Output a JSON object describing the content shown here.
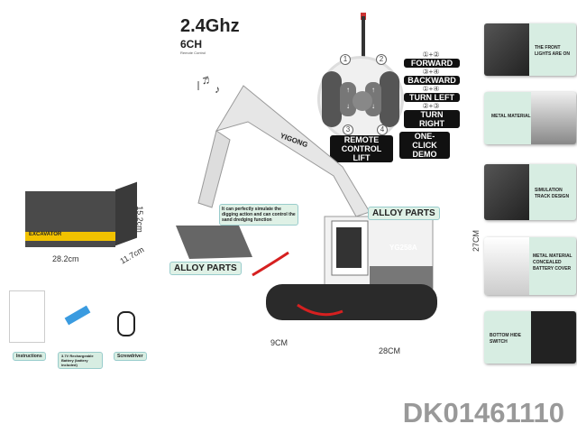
{
  "header": {
    "frequency": "2.4Ghz",
    "channels": "6CH",
    "subtitle": "Remote Control"
  },
  "remote": {
    "buttons": [
      "1",
      "2",
      "3",
      "4"
    ],
    "functions": [
      {
        "combo": "①+②",
        "label": "FORWARD"
      },
      {
        "combo": "③+④",
        "label": "BACKWARD"
      },
      {
        "combo": "①+④",
        "label": "TURN LEFT"
      },
      {
        "combo": "②+③",
        "label": "TURN RIGHT"
      }
    ],
    "remote_lift": "REMOTE CONTROL LIFT",
    "demo": "ONE-CLICK DEMO"
  },
  "product": {
    "model": "YG258A",
    "brand": "YIGONG",
    "callouts": {
      "digging": "It can perfectly simulate the digging action and can control the sand dredging function",
      "alloy1": "ALLOY PARTS",
      "alloy2": "ALLOY PARTS"
    },
    "dims": {
      "height": "27CM",
      "length": "28CM",
      "width": "9CM"
    }
  },
  "box": {
    "name": "EXCAVATOR",
    "length": "28.2cm",
    "width": "11.7cm",
    "height": "15.2cm"
  },
  "accessories": [
    "Instructions",
    "3.7V Rechargeable Battery (battery included)",
    "Screwdriver"
  ],
  "features": [
    "THE FRONT LIGHTS ARE ON",
    "METAL MATERIAL",
    "SIMULATION TRACK DESIGN",
    "METAL MATERIAL CONCEALED BATTERY COVER",
    "BOTTOM HIDE SWITCH"
  ],
  "product_code": "DK01461110",
  "colors": {
    "accent": "#d7ede2",
    "arrow": "#d62020",
    "box_yellow": "#f2c200"
  }
}
